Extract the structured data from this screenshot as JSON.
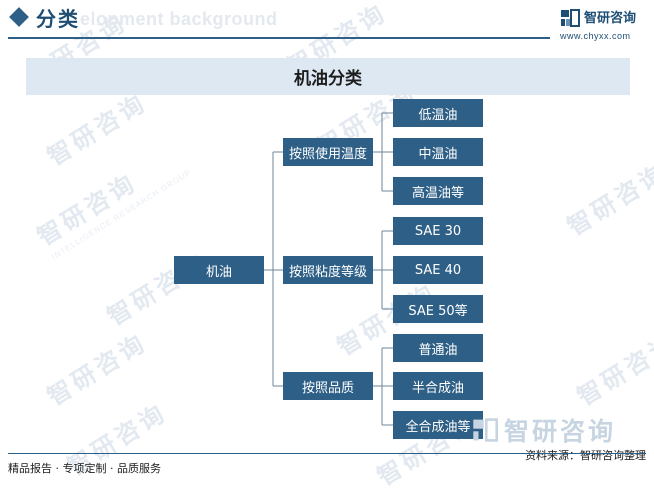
{
  "header": {
    "title": "分类",
    "bg_text": "elopment background",
    "logo_name": "智研咨询",
    "logo_url": "www.chyxx.com"
  },
  "diagram": {
    "title": "机油分类",
    "root": "机油",
    "groups": [
      {
        "label": "按照使用温度",
        "children": [
          "低温油",
          "中温油",
          "高温油等"
        ]
      },
      {
        "label": "按照粘度等级",
        "children": [
          "SAE 30",
          "SAE 40",
          "SAE 50等"
        ]
      },
      {
        "label": "按照品质",
        "children": [
          "普通油",
          "半合成油",
          "全合成油等"
        ]
      }
    ]
  },
  "watermark": {
    "text": "智研咨询",
    "subtext": "INTELLIGENCE RESEARCH GROUP"
  },
  "footer": {
    "left": "精品报告 · 专项定制 · 品质服务",
    "right": "资料来源：智研咨询整理"
  },
  "colors": {
    "node": "#2e5f86",
    "title_bar": "#dde8f3",
    "accent": "#1f4e74"
  }
}
